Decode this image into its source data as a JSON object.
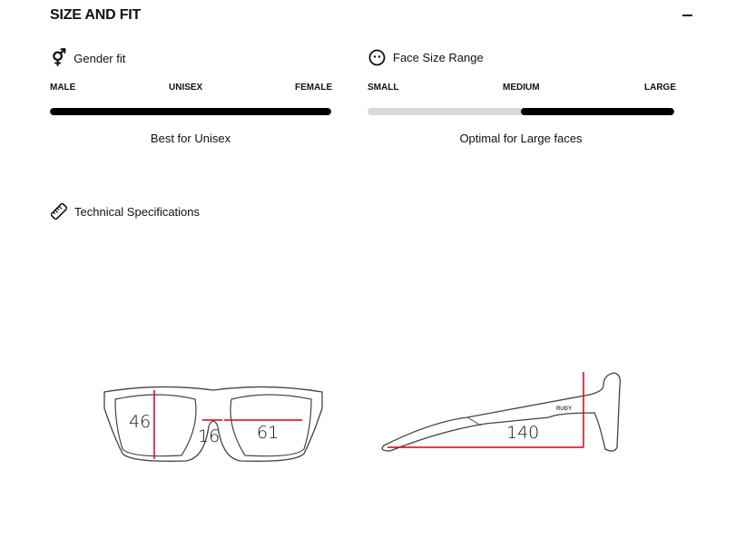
{
  "section_title": "SIZE AND FIT",
  "gender": {
    "heading": "Gender fit",
    "labels": [
      "MALE",
      "UNISEX",
      "FEMALE"
    ],
    "range": [
      0,
      1
    ],
    "caption": "Best for Unisex"
  },
  "face": {
    "heading": "Face Size Range",
    "labels": [
      "SMALL",
      "MEDIUM",
      "LARGE"
    ],
    "range": [
      0.5,
      1
    ],
    "caption": "Optimal for Large faces"
  },
  "tech": {
    "heading": "Technical Specifications",
    "lens_height": "46",
    "bridge": "16",
    "lens_width": "61",
    "temple_length": "140",
    "brand": "RUDY"
  },
  "colors": {
    "accent": "#d0021b"
  }
}
